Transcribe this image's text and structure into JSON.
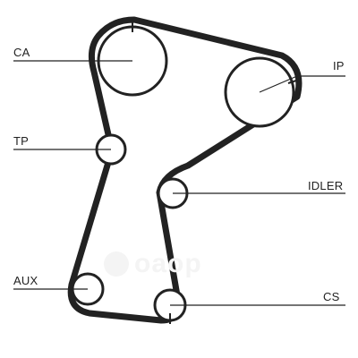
{
  "labels": {
    "ca": "CA",
    "ip": "IP",
    "tp": "TP",
    "idler": "IDLER",
    "aux": "AUX",
    "cs": "CS"
  },
  "watermark": {
    "text": "oaop"
  },
  "colors": {
    "belt": "#222222",
    "pulley_fill": "#ffffff",
    "leader": "#222222"
  }
}
